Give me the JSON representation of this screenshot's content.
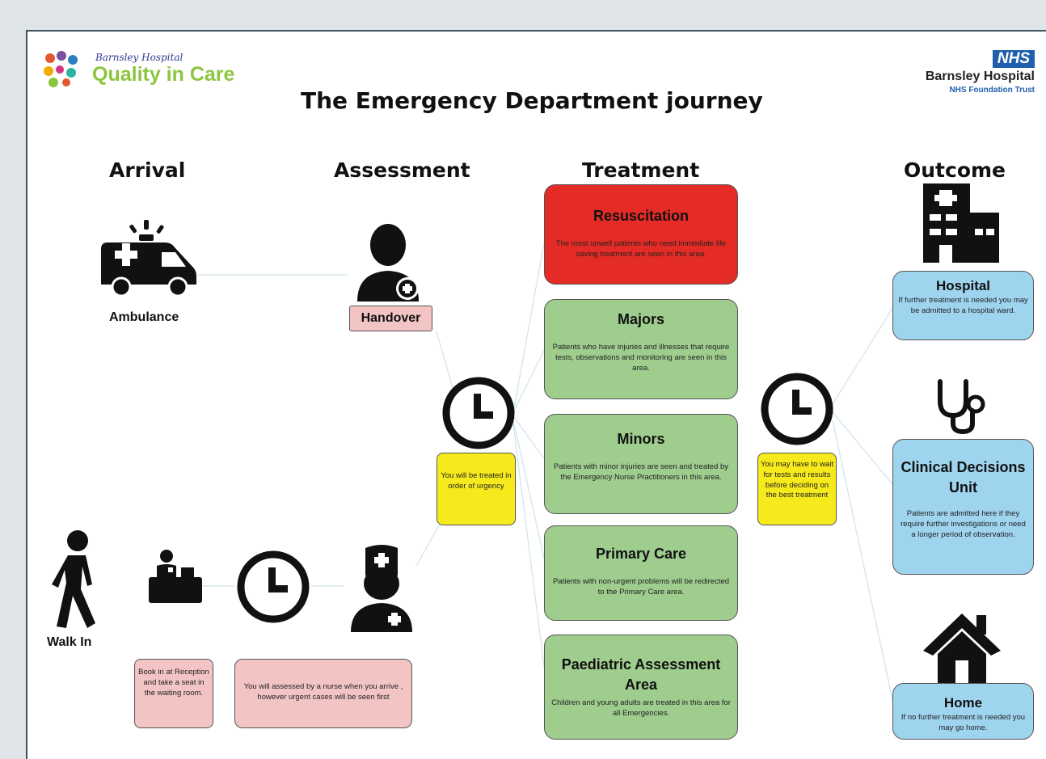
{
  "header": {
    "logo_small": "Barnsley Hospital",
    "logo_big": "Quality in Care",
    "title": "The Emergency Department journey",
    "nhs_badge": "NHS",
    "trust_name": "Barnsley Hospital",
    "trust_sub": "NHS Foundation Trust"
  },
  "columns": {
    "arrival": "Arrival",
    "assessment": "Assessment",
    "treatment": "Treatment",
    "outcome": "Outcome"
  },
  "arrival": {
    "ambulance_label": "Ambulance",
    "walkin_label": "Walk In",
    "reception_note": "Book in at Reception and take a seat in the waiting room.",
    "triage_note": "You will assessed by a nurse when you arrive , however urgent cases will be seen first"
  },
  "assessment": {
    "handover_label": "Handover",
    "urgency_note": "You will be treated in order of urgency"
  },
  "treatment": [
    {
      "title": "Resuscitation",
      "text": "The most unwell patients who need immediate life saving treatment are seen in this area."
    },
    {
      "title": "Majors",
      "text": "Patients who have injuries and illnesses that require tests, observations and monitoring are seen in this area."
    },
    {
      "title": "Minors",
      "text": "Patients with minor  injuries are seen and treated by the Emergency Nurse Practitioners in this area."
    },
    {
      "title": "Primary Care",
      "text": "Patients with non-urgent problems will be redirected to the Primary Care area."
    },
    {
      "title": "Paediatric Assessment Area",
      "text": "Children and young adults are treated in this area for all Emergencies."
    }
  ],
  "wait_note": "You may have to wait for tests and results before deciding on the best treatment",
  "outcome": [
    {
      "title": "Hospital",
      "text": "If further treatment is needed you may be admitted to a hospital ward."
    },
    {
      "title": "Clinical Decisions Unit",
      "text": "Patients are admitted here if they require further investigations or need a longer period of observation."
    },
    {
      "title": "Home",
      "text": "If no further treatment is needed you may go home."
    }
  ],
  "colors": {
    "green": "#9ecd8e",
    "red": "#e52b25",
    "blue": "#9fd4ef",
    "pink": "#f2c4c4",
    "yellow": "#f6ea1d",
    "nhs_blue": "#1f5fae"
  }
}
